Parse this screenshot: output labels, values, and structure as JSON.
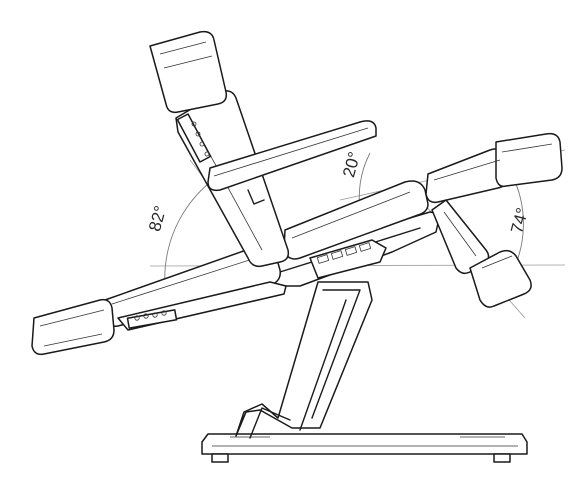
{
  "angles": {
    "backrest": "82°",
    "seat": "20°",
    "legrest": "74°"
  },
  "colors": {
    "line": "#1a1a1a",
    "guide": "#9a9a9a",
    "label": "#2a2a2a",
    "background": "#ffffff"
  }
}
